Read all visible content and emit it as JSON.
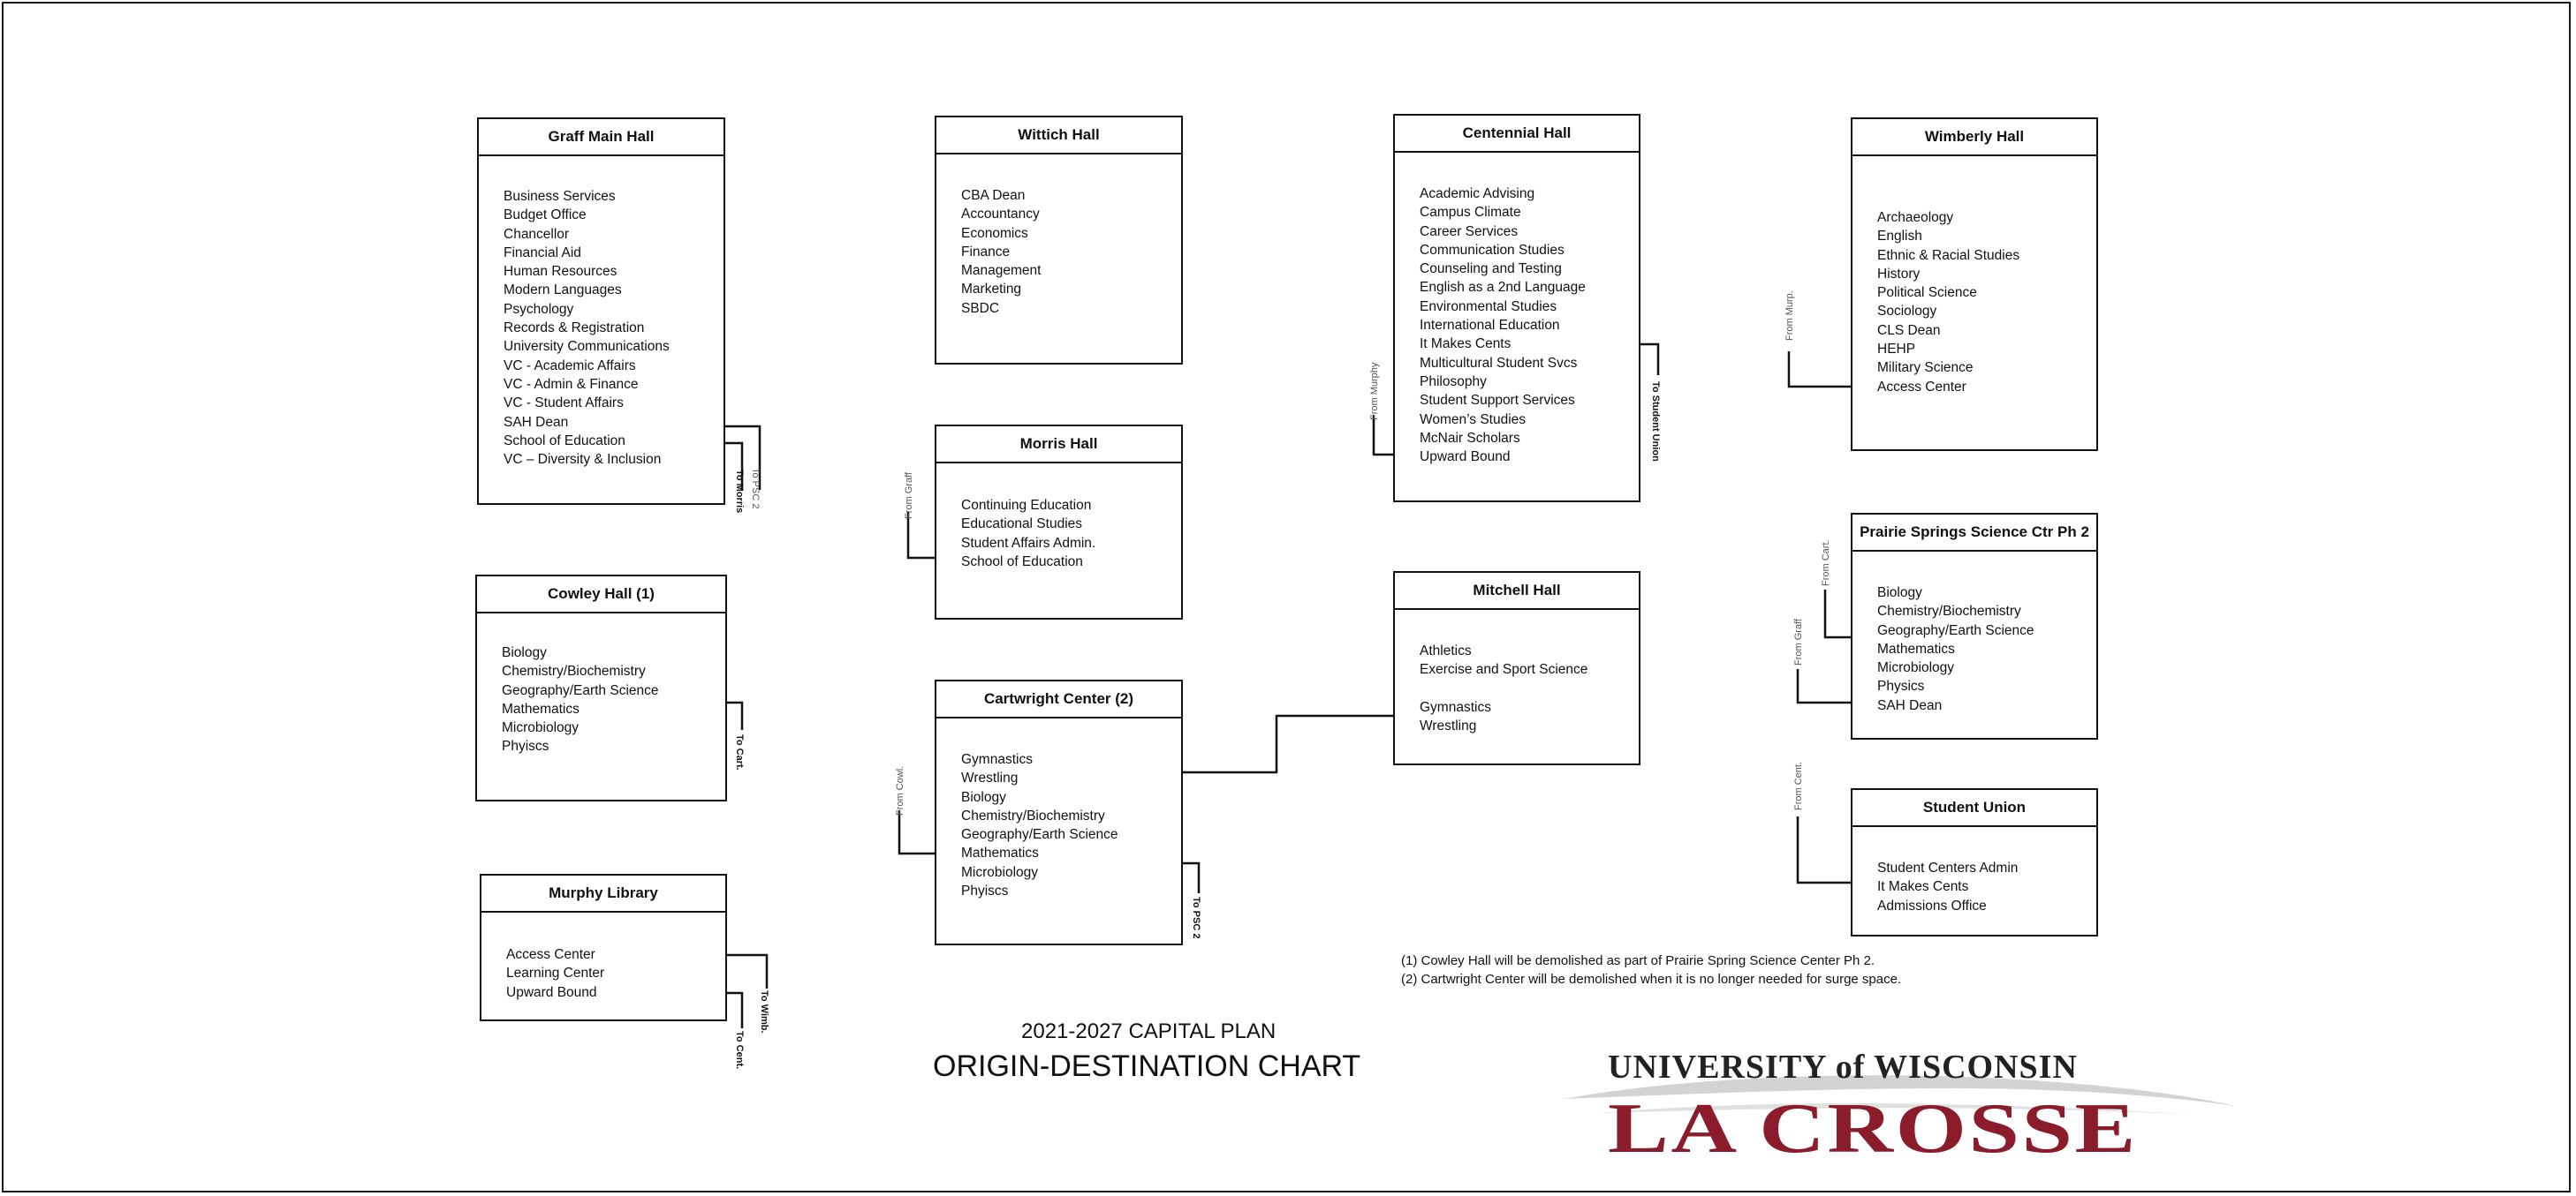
{
  "buildings": {
    "graff": {
      "name": "Graff Main Hall",
      "items": [
        "Business Services",
        "Budget Office",
        "Chancellor",
        "Financial Aid",
        "Human Resources",
        "Modern Languages",
        "Psychology",
        "Records & Registration",
        "University Communications",
        "VC - Academic Affairs",
        "VC - Admin & Finance",
        "VC - Student Affairs",
        "SAH Dean",
        "School of Education",
        "VC – Diversity & Inclusion"
      ]
    },
    "cowley": {
      "name": "Cowley Hall (1)",
      "items": [
        "Biology",
        "Chemistry/Biochemistry",
        "Geography/Earth Science",
        "Mathematics",
        "Microbiology",
        "Phyiscs"
      ]
    },
    "murphy": {
      "name": "Murphy Library",
      "items": [
        "Access Center",
        "Learning Center",
        "Upward Bound"
      ]
    },
    "wittich": {
      "name": "Wittich Hall",
      "items": [
        "CBA Dean",
        "Accountancy",
        "Economics",
        "Finance",
        "Management",
        "Marketing",
        "SBDC"
      ]
    },
    "morris": {
      "name": "Morris Hall",
      "items": [
        "Continuing Education",
        "Educational Studies",
        "Student Affairs Admin.",
        "School of Education"
      ]
    },
    "cartwright": {
      "name": "Cartwright Center (2)",
      "items": [
        "Gymnastics",
        "Wrestling",
        "Biology",
        "Chemistry/Biochemistry",
        "Geography/Earth Science",
        "Mathematics",
        "Microbiology",
        "Phyiscs"
      ]
    },
    "centennial": {
      "name": "Centennial Hall",
      "items": [
        "Academic Advising",
        "Campus Climate",
        "Career Services",
        "Communication Studies",
        "Counseling and Testing",
        "English as a 2nd Language",
        "Environmental Studies",
        "International Education",
        "It Makes Cents",
        "Multicultural Student Svcs",
        "Philosophy",
        "Student Support Services",
        "Women’s Studies",
        "McNair Scholars",
        "Upward Bound"
      ]
    },
    "mitchell": {
      "name": "Mitchell Hall",
      "items": [
        "Athletics",
        "Exercise and Sport Science",
        "",
        "Gymnastics",
        "Wrestling"
      ]
    },
    "wimberly": {
      "name": "Wimberly Hall",
      "items": [
        "Archaeology",
        "English",
        "Ethnic & Racial Studies",
        "History",
        "Political Science",
        "Sociology",
        "CLS Dean",
        "HEHP",
        "Military Science",
        "Access Center"
      ]
    },
    "prairie": {
      "name": "Prairie Springs Science Ctr Ph 2",
      "items": [
        "Biology",
        "Chemistry/Biochemistry",
        "Geography/Earth Science",
        "Mathematics",
        "Microbiology",
        "Physics",
        "SAH Dean"
      ]
    },
    "union": {
      "name": "Student Union",
      "items": [
        "Student Centers Admin",
        "It Makes Cents",
        "Admissions Office"
      ]
    }
  },
  "arrows": {
    "graff_to_psc2": "To PSC 2",
    "graff_to_morris": "To Morris",
    "cowley_to_cart": "To Cart.",
    "murphy_to_wimb": "To Wimb.",
    "murphy_to_cent": "To Cent.",
    "morris_from_graff": "From Graff",
    "cart_from_cowl": "From Cowl.",
    "cart_to_psc2": "To PSC 2",
    "cent_from_murphy": "From Murphy",
    "cent_to_union": "To Student Union",
    "wimb_from_murp": "From Murp.",
    "psc_from_cart": "From Cart.",
    "psc_from_graff": "From Graff",
    "union_from_cent": "From Cent."
  },
  "notes": [
    "(1) Cowley Hall will be demolished as part of Prairie Spring Science Center Ph 2.",
    "(2) Cartwright Center will be demolished when it is no longer needed for surge space."
  ],
  "title": {
    "line1": "2021-2027 CAPITAL PLAN",
    "line2": "ORIGIN-DESTINATION CHART"
  },
  "logo": {
    "line1": "UNIVERSITY of WISCONSIN",
    "line2": "LA CROSSE",
    "color": "#8a1c2c"
  }
}
